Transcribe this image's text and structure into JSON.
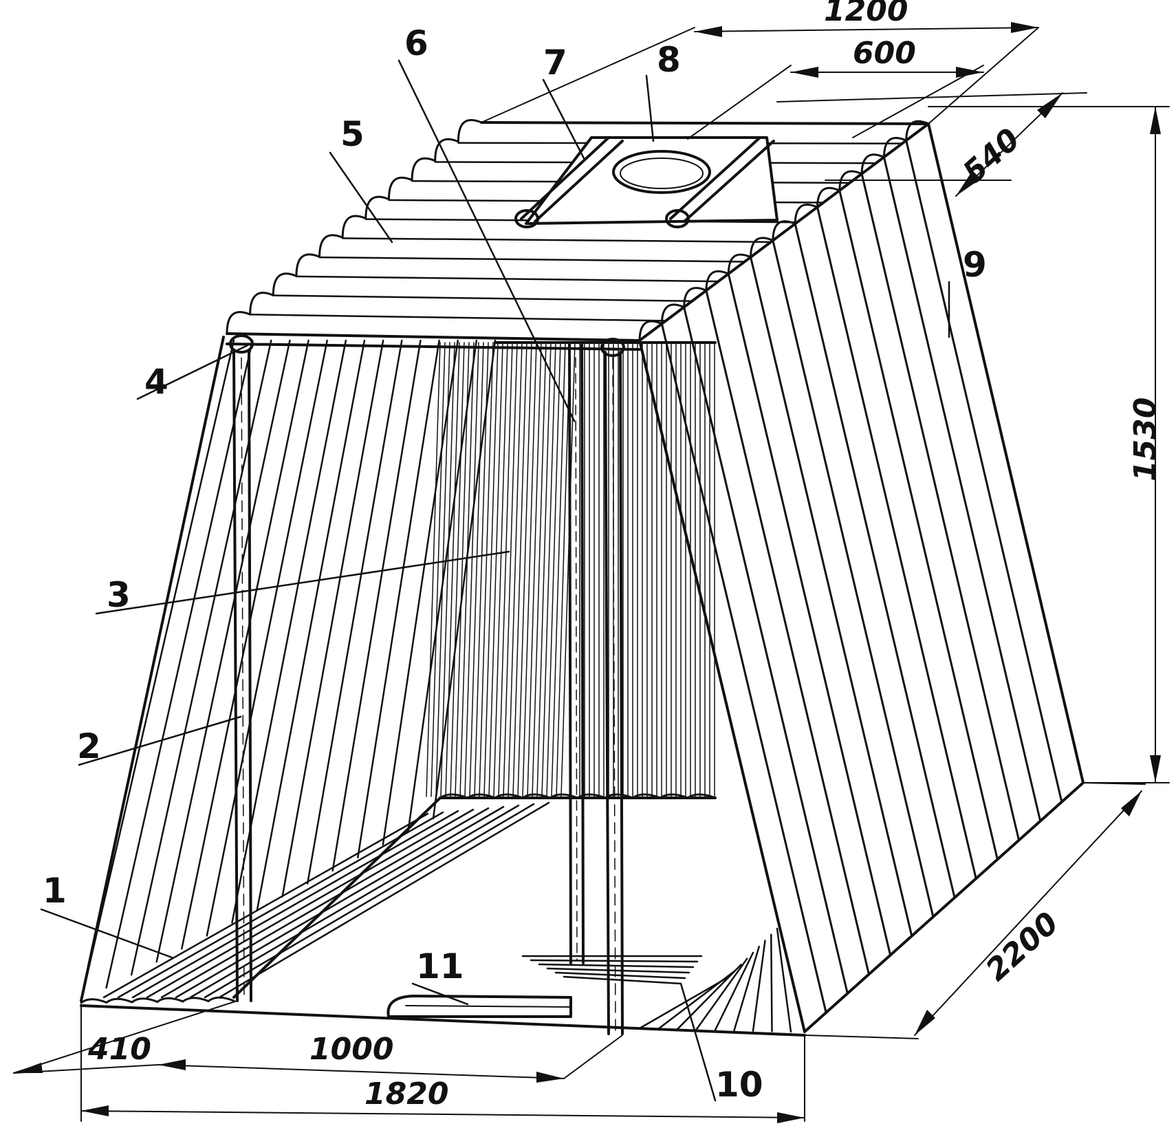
{
  "colors": {
    "ink": "#111111",
    "paper": "#ffffff"
  },
  "dimensions": {
    "top_width": "1200",
    "rail_spacing": "600",
    "slat_depth": "540",
    "height": "1530",
    "length": "2200",
    "front_left_offset": "410",
    "post_spacing": "1000",
    "base_width": "1820"
  },
  "callouts": [
    "1",
    "2",
    "3",
    "4",
    "5",
    "6",
    "7",
    "8",
    "9",
    "10",
    "11"
  ]
}
